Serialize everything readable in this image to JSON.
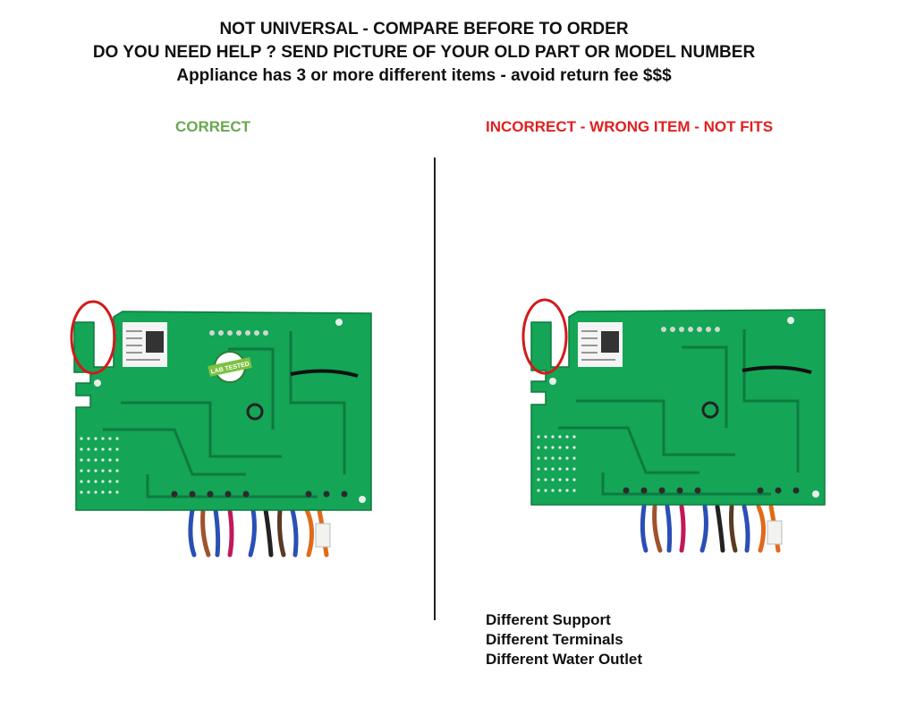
{
  "header": {
    "line1": "NOT UNIVERSAL - COMPARE BEFORE TO ORDER",
    "line2": "DO YOU NEED HELP ? SEND PICTURE OF YOUR OLD PART OR MODEL NUMBER",
    "line3": "Appliance has 3 or more different items  - avoid return fee $$$"
  },
  "left_panel": {
    "label": "CORRECT",
    "label_color": "#6aa84f",
    "badge_text": "LAB TESTED"
  },
  "right_panel": {
    "label": "INCORRECT - WRONG ITEM - NOT FITS",
    "label_color": "#e02020"
  },
  "differences": [
    "Different Support",
    "Different Terminals",
    "Different Water Outlet"
  ],
  "colors": {
    "board": "#14a556",
    "highlight_circle": "#d11a1a"
  }
}
